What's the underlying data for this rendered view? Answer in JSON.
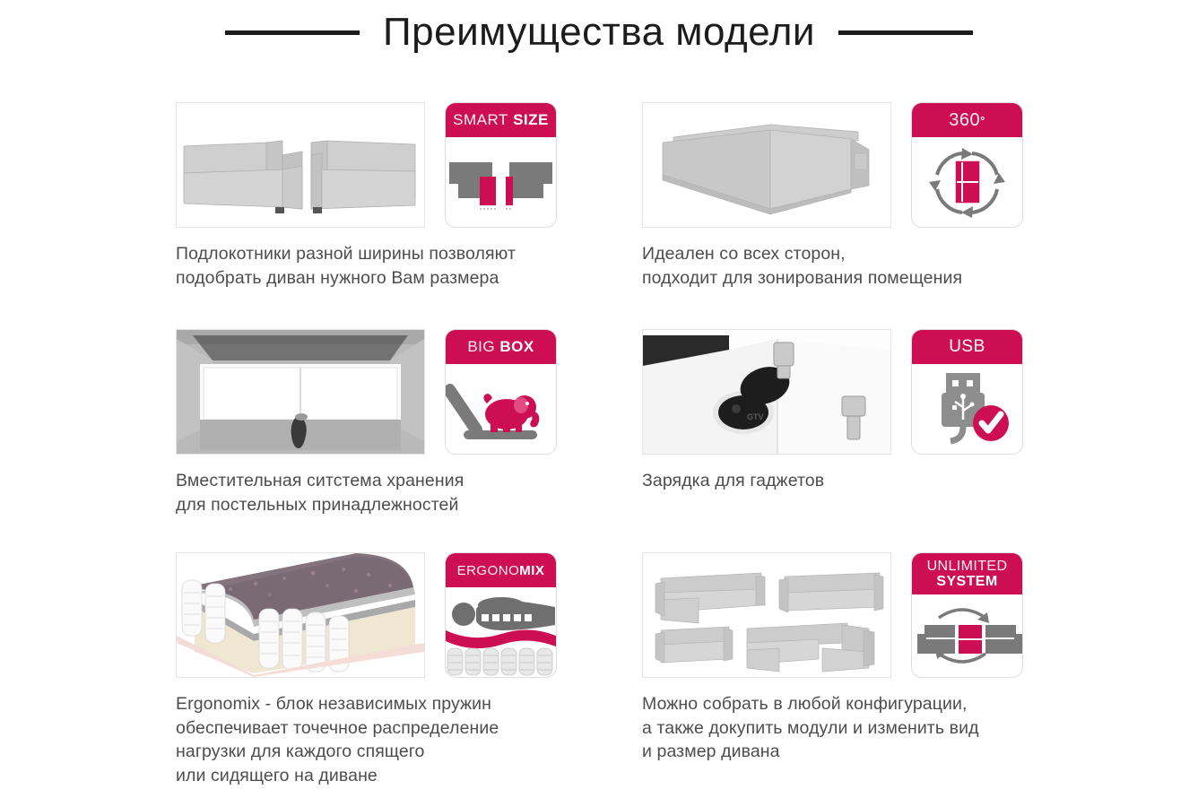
{
  "header": {
    "title": "Преимущества модели"
  },
  "colors": {
    "accent": "#CE0E52",
    "text": "#4D4D4D",
    "title": "#1C1C1C",
    "gray_icon": "#7A7A7A"
  },
  "features": [
    {
      "id": "smart-size",
      "badge": {
        "label_light": "SMART",
        "label_bold": "SIZE",
        "lines": 1
      },
      "photo_alt": "two-sofa-armrests-photo",
      "caption": "Подлокотники разной ширины позволяют\nподобрать диван нужного Вам размера"
    },
    {
      "id": "360",
      "badge": {
        "label_light": "360",
        "label_bold": "°",
        "lines": 1
      },
      "photo_alt": "corner-sofa-back-view-photo",
      "caption": "Идеален со всех сторон,\nподходит для зонирования помещения"
    },
    {
      "id": "big-box",
      "badge": {
        "label_light": "BIG",
        "label_bold": "BOX",
        "lines": 1
      },
      "photo_alt": "storage-box-open-photo",
      "caption": "Вместительная ситстема хранения\nдля постельных принадлежностей"
    },
    {
      "id": "usb",
      "badge": {
        "label_light": "",
        "label_bold": "USB",
        "lines": 1
      },
      "photo_alt": "pop-up-power-socket-photo",
      "caption": "Зарядка для гаджетов"
    },
    {
      "id": "ergonomix",
      "badge": {
        "label_light": "ERGONO",
        "label_bold": "MIX",
        "lines": 1
      },
      "photo_alt": "mattress-pocket-springs-cutaway-photo",
      "caption": "Ergonomix - блок независимых пружин\nобеспечивает точечное распределение\nнагрузки для каждого спящего\nили сидящего на диване"
    },
    {
      "id": "unlimited-system",
      "badge": {
        "label_light": "UNLIMITED",
        "label_bold": "SYSTEM",
        "lines": 2
      },
      "photo_alt": "four-sofa-configurations-photo",
      "caption": "Можно собрать в любой конфигурации,\nа также докупить модули и изменить вид\nи размер дивана"
    }
  ]
}
